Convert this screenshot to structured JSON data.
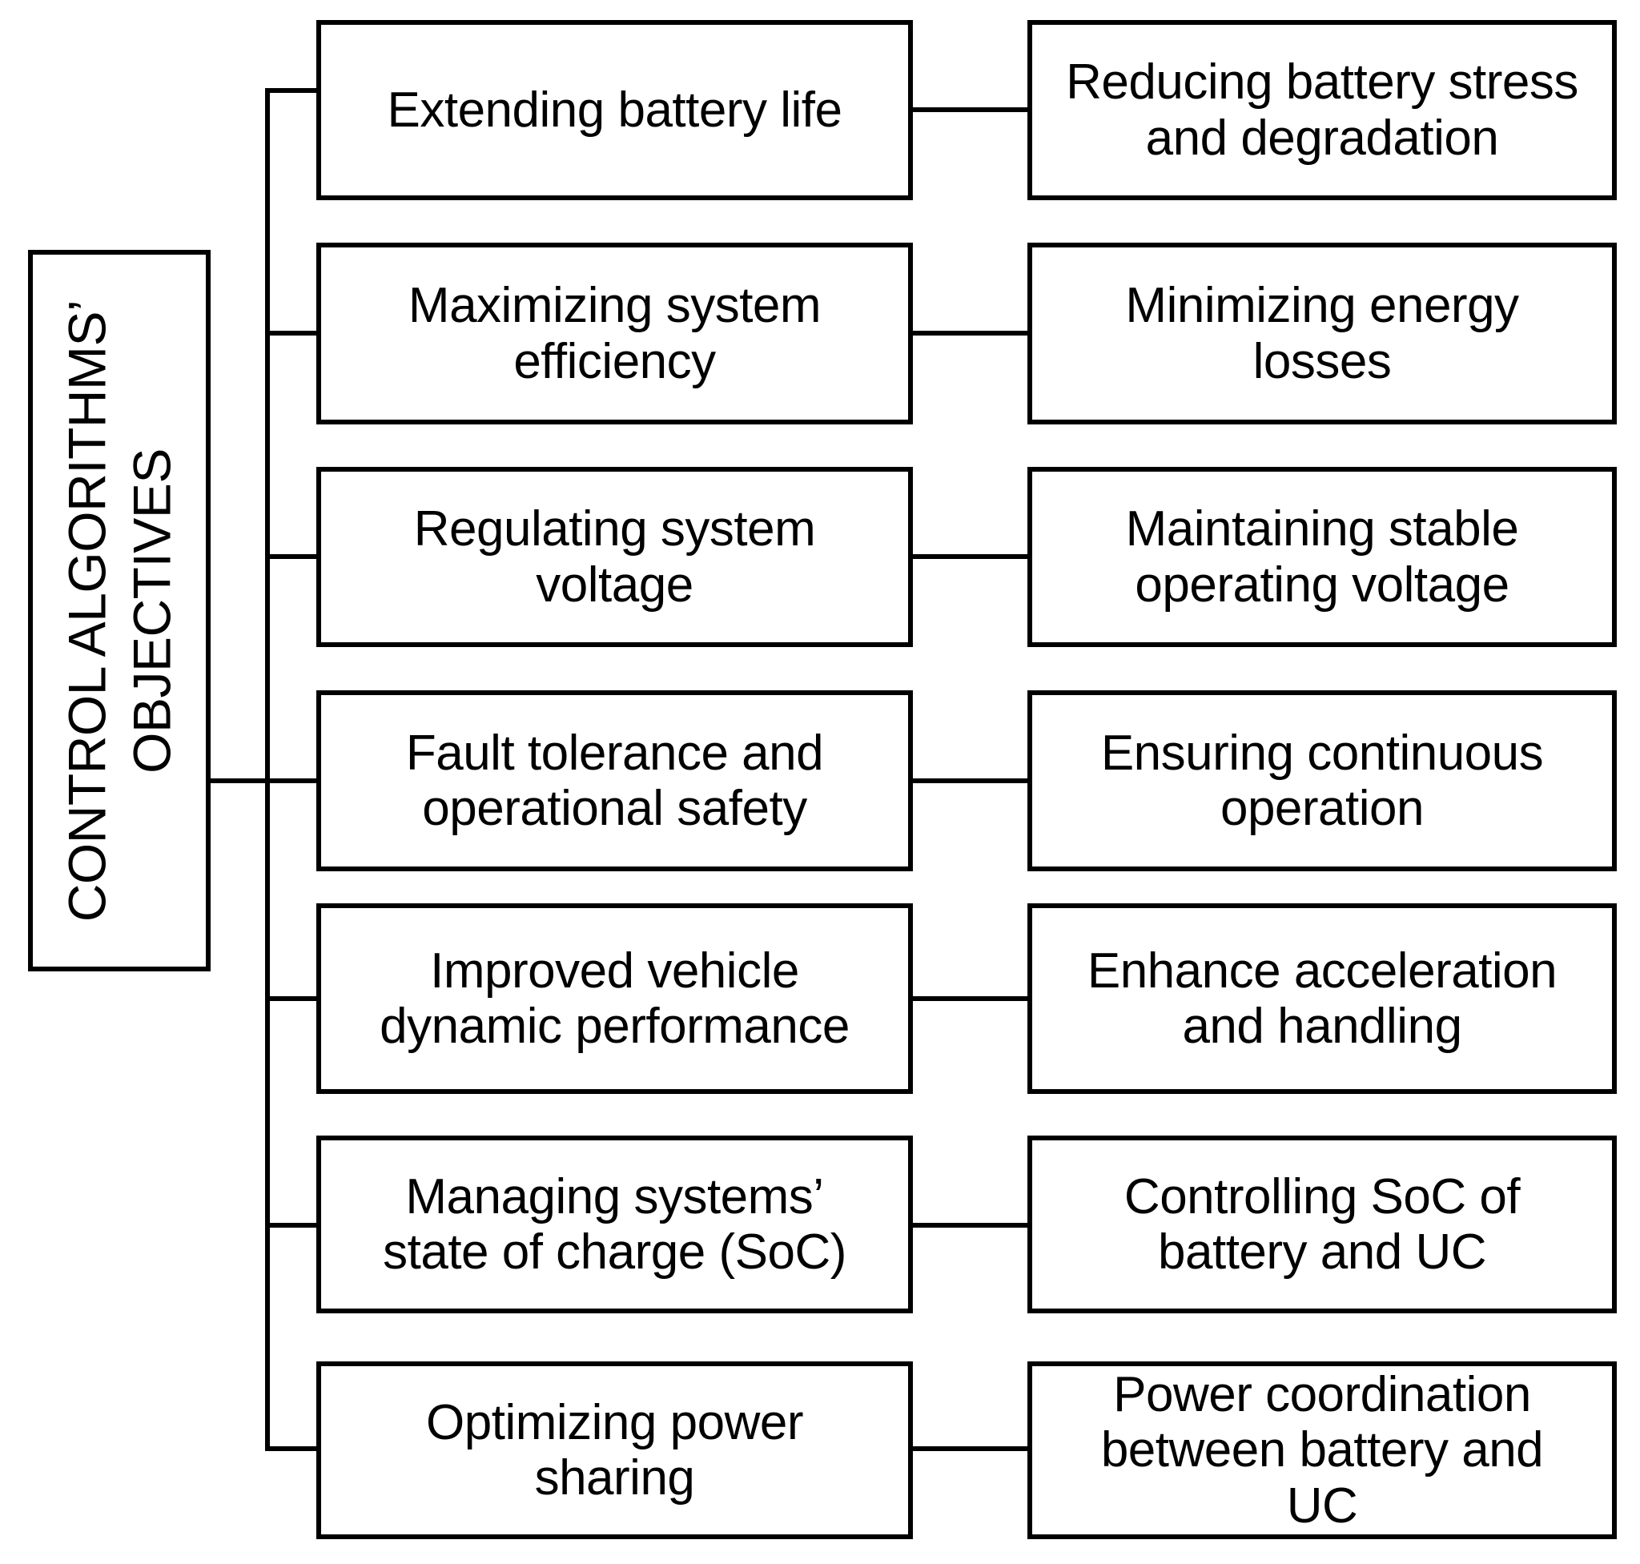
{
  "diagram": {
    "type": "tree",
    "root": {
      "label": "CONTROL ALGORITHMS’\nOBJECTIVES",
      "orientation": "vertical-rotated-90"
    },
    "rows": [
      {
        "objective": "Extending battery life",
        "detail": "Reducing battery stress\nand degradation"
      },
      {
        "objective": "Maximizing system\nefficiency",
        "detail": "Minimizing energy\nlosses"
      },
      {
        "objective": "Regulating system\nvoltage",
        "detail": "Maintaining stable\noperating voltage"
      },
      {
        "objective": "Fault tolerance and\noperational safety",
        "detail": "Ensuring continuous\noperation"
      },
      {
        "objective": "Improved vehicle\ndynamic performance",
        "detail": "Enhance acceleration\nand handling"
      },
      {
        "objective": "Managing systems’\nstate of charge (SoC)",
        "detail": "Controlling SoC of\nbattery and UC"
      },
      {
        "objective": "Optimizing power\nsharing",
        "detail": "Power coordination\nbetween battery and\nUC"
      }
    ],
    "colors": {
      "stroke": "#000000",
      "fill": "#ffffff",
      "text": "#000000"
    }
  }
}
